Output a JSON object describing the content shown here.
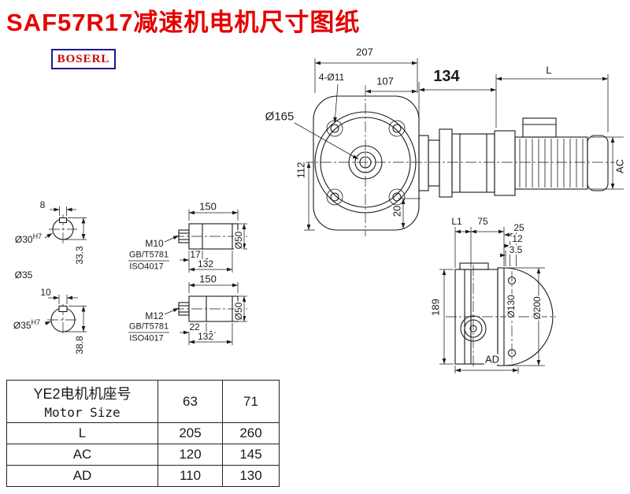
{
  "title": "SAF57R17减速机电机尺寸图纸",
  "logo": "BOSERL",
  "front_view": {
    "dim_207": "207",
    "dim_4xO11": "4-Ø11",
    "dim_107": "107",
    "dim_134": "134",
    "dim_L": "L",
    "dim_O165": "Ø165",
    "dim_112": "112",
    "dim_20": "20",
    "dim_AC": "AC"
  },
  "shaft_section_top": {
    "dim_8": "8",
    "dim_O30": "Ø30",
    "tol_O30": "H7",
    "dim_33_3": "33.3",
    "dim_O35": "Ø35"
  },
  "shaft_section_bottom": {
    "dim_10": "10",
    "dim_O35": "Ø35",
    "tol_O35": "H7",
    "dim_38_8": "38.8"
  },
  "shaft_detail_top": {
    "dim_150": "150",
    "thread": "M10",
    "standard_gb": "GB/T5781",
    "standard_iso": "ISO4017",
    "dim_17": "17",
    "dim_132": "132",
    "dim_O50": "Ø50"
  },
  "shaft_detail_bottom": {
    "dim_150": "150",
    "thread": "M12",
    "standard_gb": "GB/T5781",
    "standard_iso": "ISO4017",
    "dim_22": "22",
    "dim_132": "132",
    "dim_O50": "Ø50"
  },
  "side_view": {
    "dim_L1": "L1",
    "dim_75": "75",
    "dim_25": "25",
    "dim_12": "12",
    "dim_3_5": "3.5",
    "dim_189": "189",
    "dim_O130": "Ø130",
    "dim_O200": "Ø200",
    "dim_AD": "AD"
  },
  "table": {
    "header_cn": "YE2电机机座号",
    "header_en": "Motor Size",
    "sizes": [
      "63",
      "71"
    ],
    "rows": [
      {
        "label": "L",
        "values": [
          "205",
          "260"
        ]
      },
      {
        "label": "AC",
        "values": [
          "120",
          "145"
        ]
      },
      {
        "label": "AD",
        "values": [
          "110",
          "130"
        ]
      }
    ]
  },
  "colors": {
    "title": "#e60000",
    "logo_text": "#cc0000",
    "logo_border": "#1a1a8c",
    "line": "#1a1a1a"
  }
}
